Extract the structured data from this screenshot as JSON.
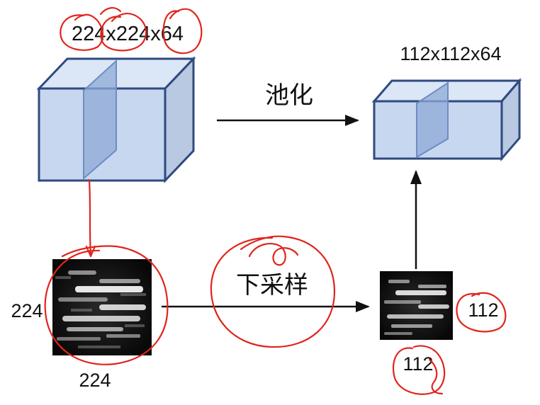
{
  "diagram": {
    "input_volume_label": "224x224x64",
    "output_volume_label": "112x112x64",
    "pooling_label": "池化",
    "downsample_label": "下采样",
    "input_map_height": "224",
    "input_map_width": "224",
    "output_map_height": "112",
    "output_map_width": "112"
  },
  "colors": {
    "volume_front": "#c7d7ef",
    "volume_top": "#dbe6f6",
    "volume_side": "#b9c9e2",
    "volume_stroke": "#2f4a7f",
    "slice_fill": "#8fa9d6",
    "arrow": "#111111",
    "annotation": "#e0251c"
  }
}
